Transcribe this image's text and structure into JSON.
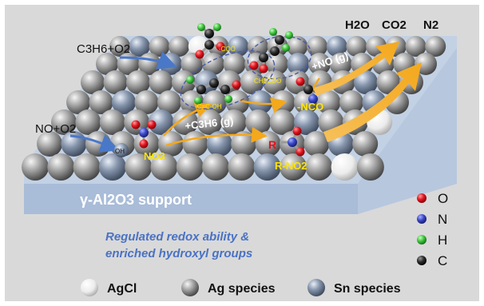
{
  "reactants": {
    "propene_oxygen": "C3H6+O2",
    "no_oxygen": "NO+O2"
  },
  "products": {
    "water": "H2O",
    "carbon_dioxide": "CO2",
    "nitrogen": "N2"
  },
  "intermediates": {
    "hydroxyl": "OH",
    "nitrate": "NO3",
    "enolic": "-C=C-OH",
    "carboxylate": "-COO",
    "acetate": "CH3COO",
    "isocyanate": "-NCO",
    "propene_gas": "+C3H6 (g)",
    "no_gas": "+NO (g)",
    "r_group": "R",
    "nitro": "R-NO2"
  },
  "support_label": "γ-Al2O3 support",
  "caption": {
    "line1": "Regulated redox ability &",
    "line2": "enriched hydroxyl groups"
  },
  "atom_legend": [
    {
      "symbol": "O",
      "color": "#e0141e"
    },
    {
      "symbol": "N",
      "color": "#3a46c8"
    },
    {
      "symbol": "H",
      "color": "#3ec43a"
    },
    {
      "symbol": "C",
      "color": "#2a2a2a"
    }
  ],
  "species_legend": [
    {
      "label": "AgCl",
      "color": "#f4f4f4"
    },
    {
      "label": "Ag species",
      "color": "#8e8e8e"
    },
    {
      "label": "Sn species",
      "color": "#7d8da6"
    }
  ],
  "colors": {
    "background_panel": "#d9d9d9",
    "support_top": "#c3d1e4",
    "support_front": "#a9bcd8",
    "arrow_orange": "#f4a81c",
    "arrow_blue": "#4a78c8",
    "label_yellow": "#ffe500",
    "r_red": "#e0141e",
    "caption_blue": "#4a72c4"
  }
}
